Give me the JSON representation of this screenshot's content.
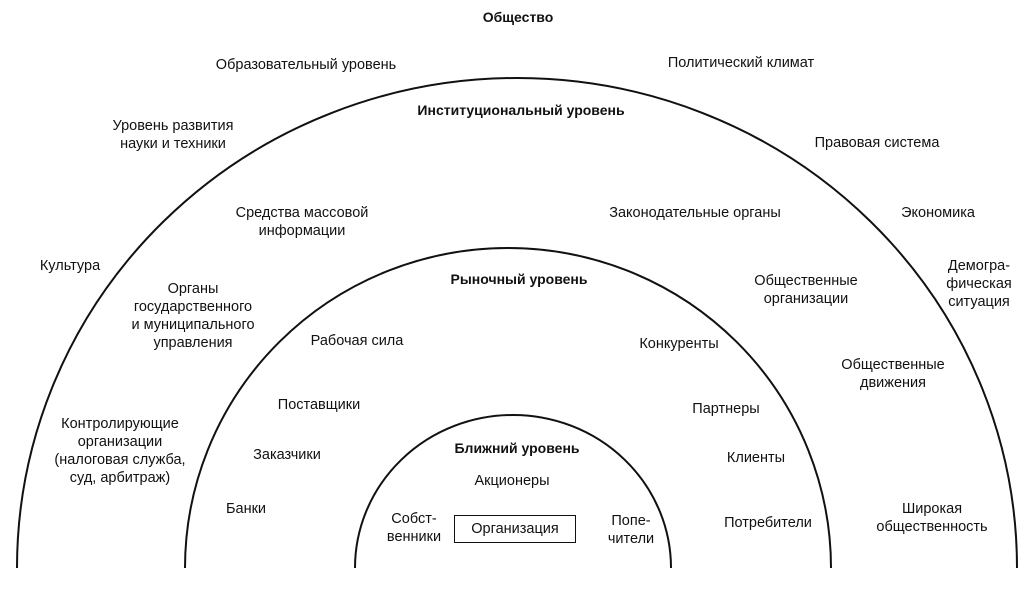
{
  "title": "Общество",
  "institutional": {
    "header": "Институциональный уровень",
    "left": [
      "Образовательный уровень",
      "Уровень развития\nнауки и техники",
      "Культура",
      "Контролирующие\nорганизации\n(налоговая служба,\nсуд, арбитраж)"
    ],
    "right": [
      "Политический климат",
      "Правовая система",
      "Экономика",
      "Демогра-\nфическая\nситуация",
      "Общественные\nдвижения",
      "Широкая\nобщественность"
    ],
    "inner_left": [
      "Средства массовой\nинформации",
      "Органы\nгосударственного\nи муниципального\nуправления"
    ],
    "inner_right": [
      "Законодательные органы",
      "Общественные\nорганизации"
    ]
  },
  "market": {
    "header": "Рыночный уровень",
    "left": [
      "Рабочая сила",
      "Поставщики",
      "Заказчики",
      "Банки"
    ],
    "right": [
      "Конкуренты",
      "Партнеры",
      "Клиенты",
      "Потребители"
    ]
  },
  "near": {
    "header": "Ближний уровень",
    "top": "Акционеры",
    "left": "Собст-\nвенники",
    "right": "Попе-\nчители",
    "center": "Организация"
  }
}
